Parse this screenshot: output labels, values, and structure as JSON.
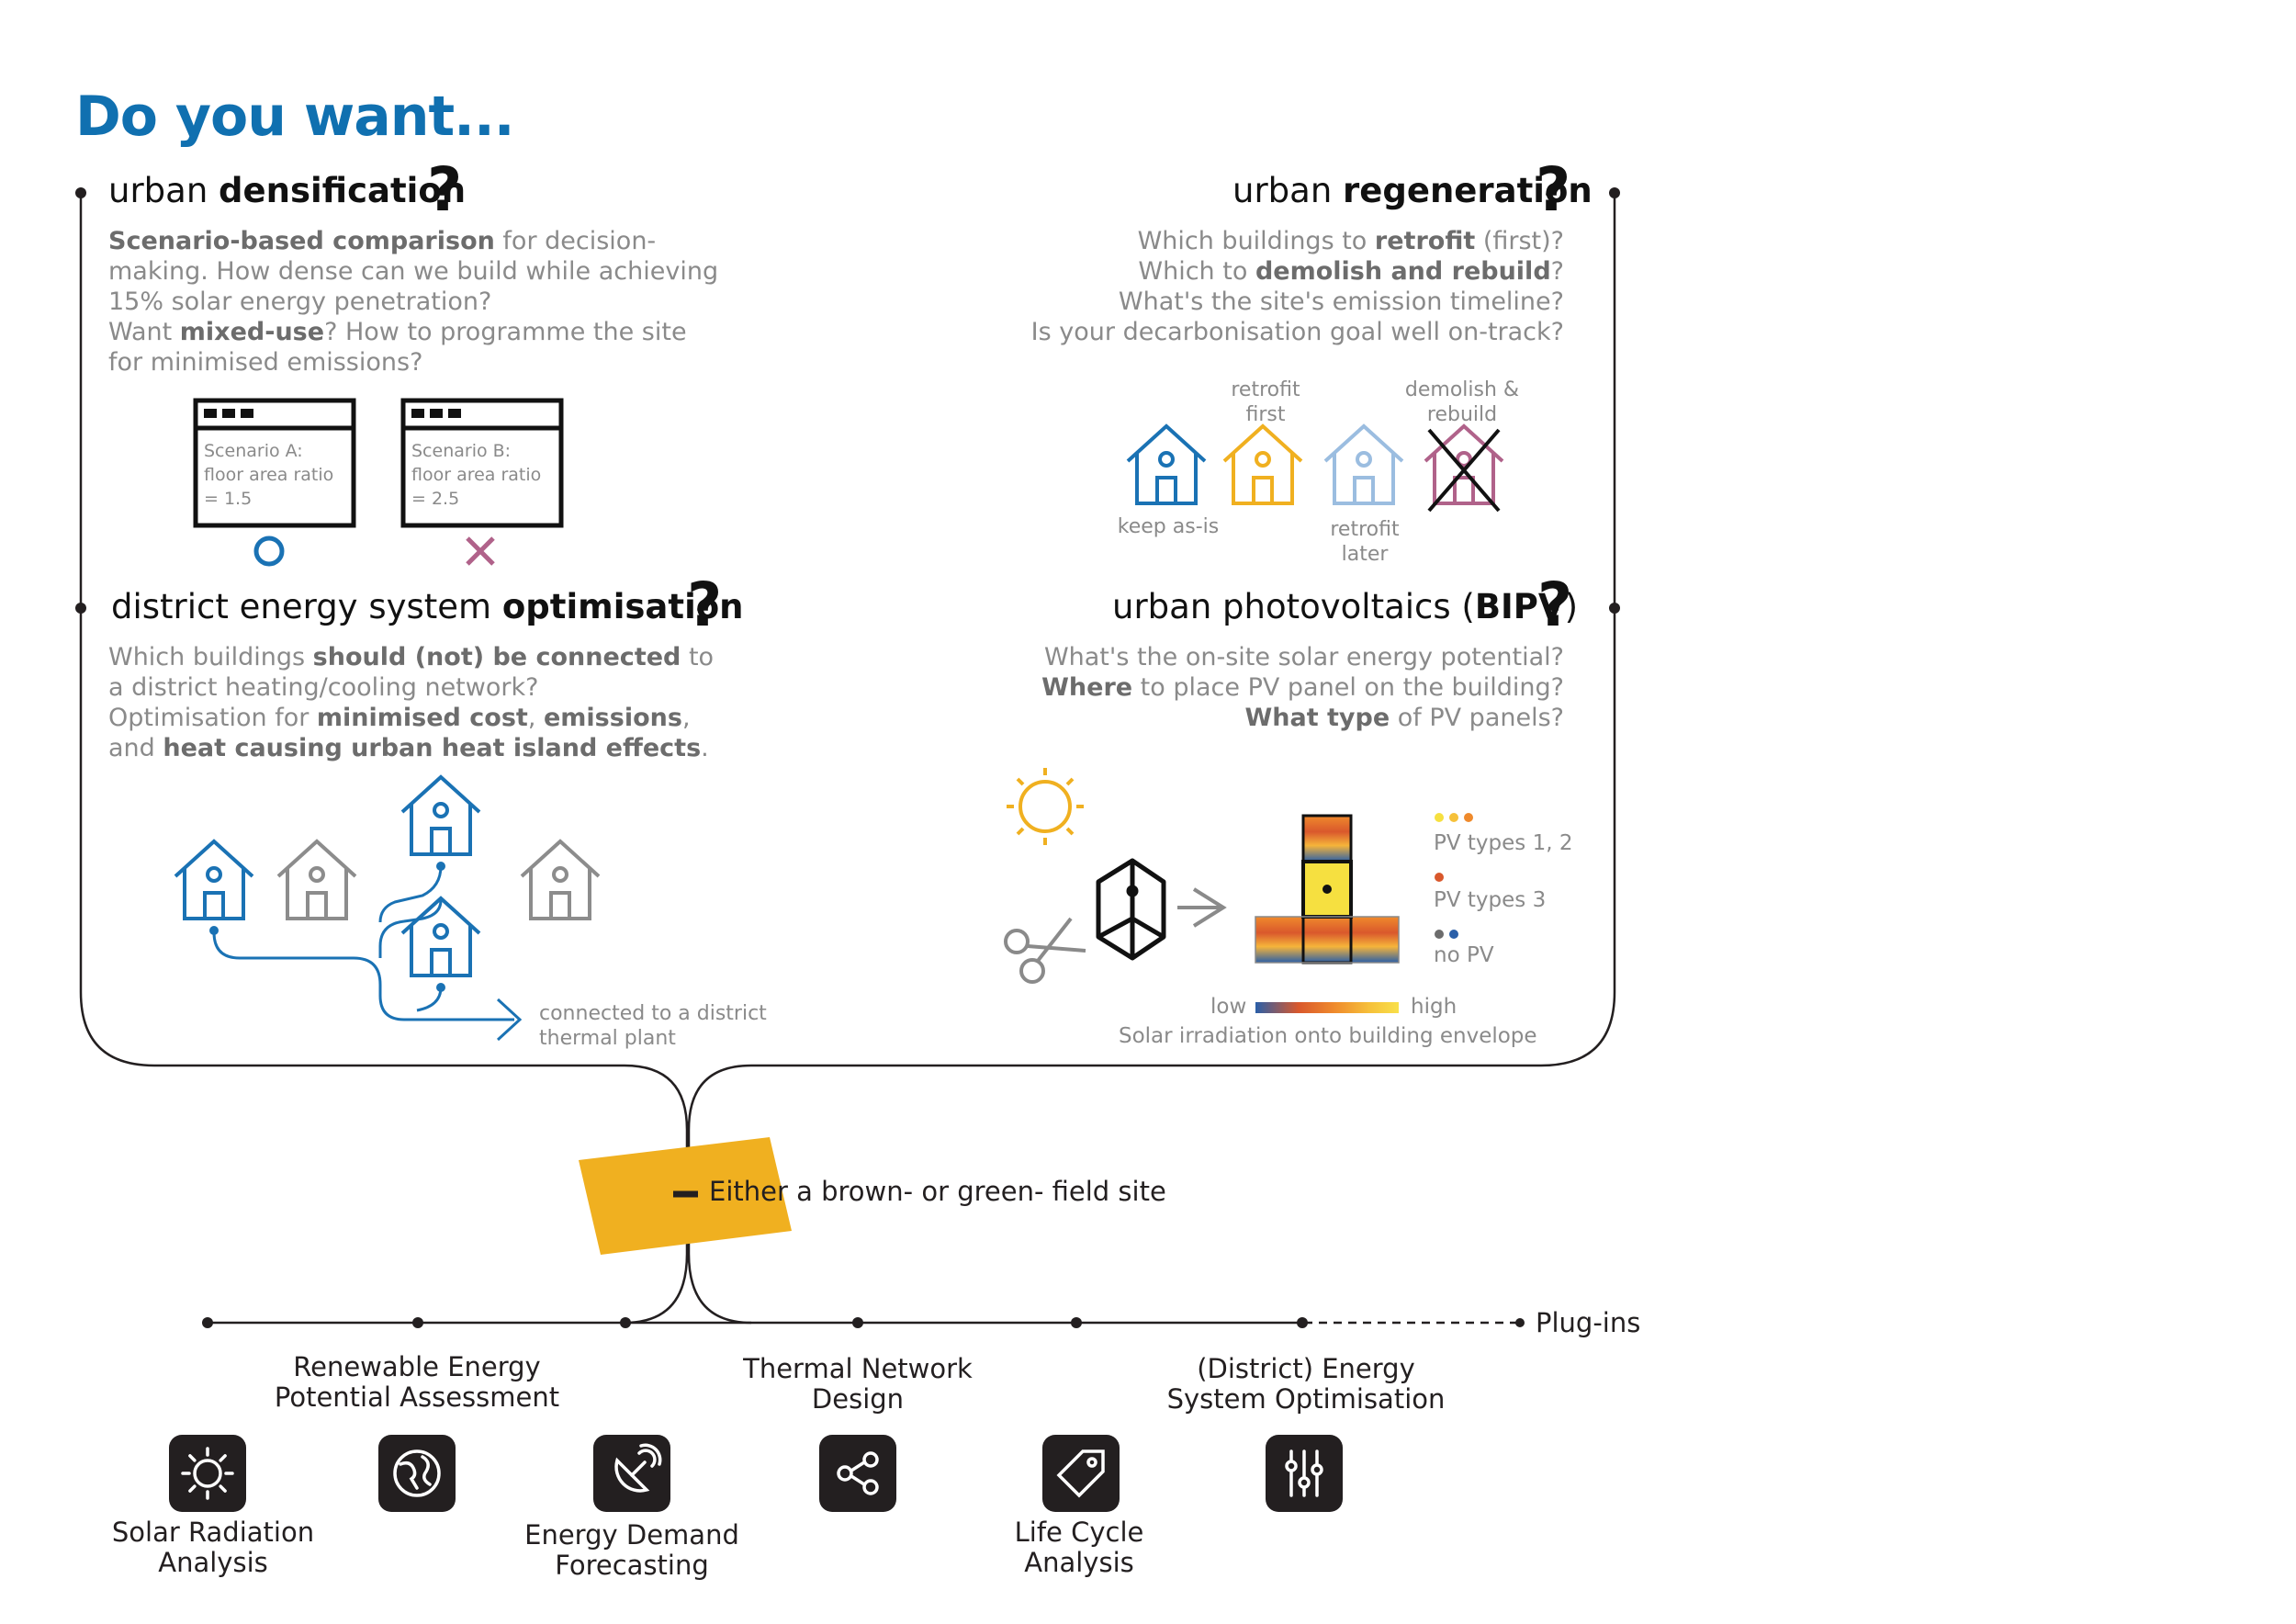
{
  "title": "Do you want...",
  "sections": {
    "densification": {
      "heading_pre": "urban ",
      "heading_bold": "densification",
      "body": [
        [
          {
            "t": "Scenario-based comparison",
            "b": true
          },
          {
            "t": " for decision-making. How dense can we build while achieving 15% solar energy penetration?"
          }
        ],
        [
          {
            "t": "Want "
          },
          {
            "t": "mixed-use",
            "b": true
          },
          {
            "t": "? How to programme the site for minimised emissions?"
          }
        ]
      ],
      "scenario_a": [
        "Scenario A:",
        "floor area ratio",
        "= 1.5"
      ],
      "scenario_b": [
        "Scenario B:",
        "floor area ratio",
        "= 2.5"
      ]
    },
    "regeneration": {
      "heading_pre": "urban ",
      "heading_bold": "regeneration",
      "body": [
        [
          {
            "t": "Which buildings to "
          },
          {
            "t": "retrofit",
            "b": true
          },
          {
            "t": " (first)?"
          }
        ],
        [
          {
            "t": "Which to "
          },
          {
            "t": "demolish and rebuild",
            "b": true
          },
          {
            "t": "?"
          }
        ],
        [
          {
            "t": "What's the site's emission timeline?"
          }
        ],
        [
          {
            "t": "Is your decarbonisation goal well on-track?"
          }
        ]
      ],
      "labels": {
        "keep": "keep as-is",
        "retrofit_first": [
          "retrofit",
          "first"
        ],
        "retrofit_later": [
          "retrofit",
          "later"
        ],
        "demolish": [
          "demolish &",
          "rebuild"
        ]
      }
    },
    "district": {
      "heading_pre": "district energy system ",
      "heading_bold": "optimisation",
      "body": [
        [
          {
            "t": "Which buildings "
          },
          {
            "t": "should (not) be connected",
            "b": true
          },
          {
            "t": " to a district heating/cooling network?"
          }
        ],
        [
          {
            "t": "Optimisation for "
          },
          {
            "t": "minimised cost",
            "b": true
          },
          {
            "t": ", "
          },
          {
            "t": "emissions",
            "b": true
          },
          {
            "t": ", and "
          },
          {
            "t": "heat causing urban heat island effects",
            "b": true
          },
          {
            "t": "."
          }
        ]
      ],
      "connected_label": [
        "connected to  a district",
        "thermal plant"
      ]
    },
    "bipv": {
      "heading_pre": "urban photovoltaics (",
      "heading_bold": "BIPV",
      "heading_post": ")",
      "body": [
        [
          {
            "t": "What's the on-site solar energy potential?"
          }
        ],
        [
          {
            "t": "Where",
            "b": true
          },
          {
            "t": " to place PV panel on the building?"
          }
        ],
        [
          {
            "t": "What type",
            "b": true
          },
          {
            "t": " of PV panels?"
          }
        ]
      ],
      "legend": [
        "PV types 1, 2",
        "PV types 3",
        "no PV"
      ],
      "scale_low": "low",
      "scale_high": "high",
      "scale_caption": "Solar irradiation onto building envelope"
    }
  },
  "site_label": "Either a brown- or green- field site",
  "plugins_label": "Plug-ins",
  "modules_top": [
    [
      "Renewable Energy",
      "Potential Assessment"
    ],
    [
      "Thermal Network",
      "Design"
    ],
    [
      "(District) Energy",
      "System Optimisation"
    ]
  ],
  "modules_bottom": [
    [
      "Solar Radiation",
      "Analysis"
    ],
    [
      "Energy Demand",
      "Forecasting"
    ],
    [
      "Life Cycle",
      "Analysis"
    ]
  ],
  "icons": [
    "sun-icon",
    "globe-icon",
    "satellite-dish-icon",
    "share-nodes-icon",
    "tag-icon",
    "sliders-icon"
  ],
  "colors": {
    "title_blue": "#1070b0",
    "house_blue": "#1a72b4",
    "house_grey": "#8c8c8c",
    "retrofit_yellow": "#f0b020",
    "retrofit_later": "#9bbde0",
    "demolish_mauve": "#b0628a",
    "site_yellow": "#f0b020",
    "cross_pink": "#b0628a"
  }
}
